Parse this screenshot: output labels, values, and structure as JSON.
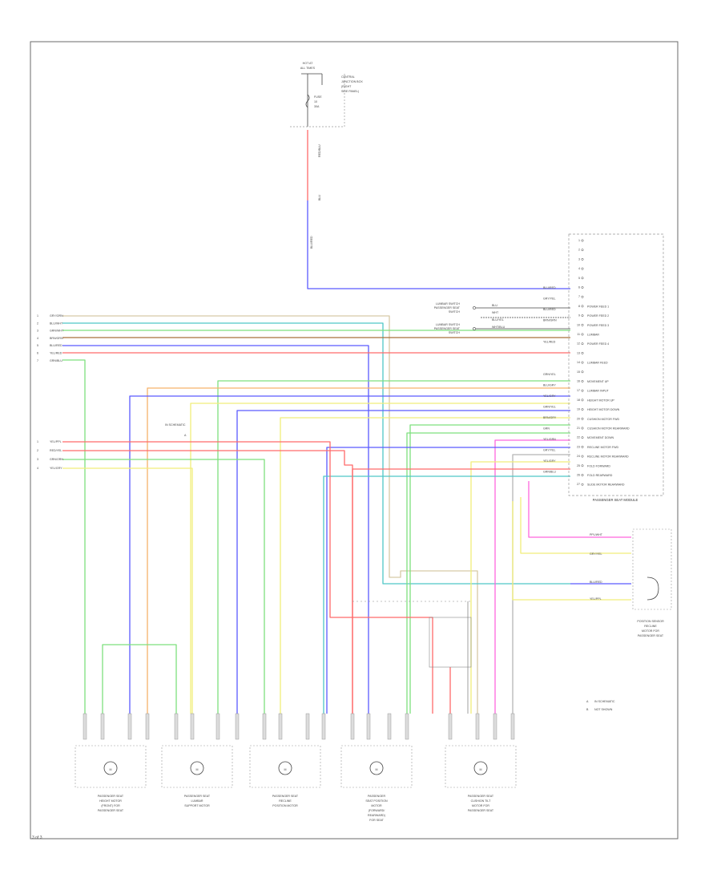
{
  "fuse_block": {
    "lines": [
      "HOT AT",
      "ALL TIMES"
    ],
    "fuse_label": [
      "FUSE",
      "10",
      "30A"
    ],
    "note": [
      "CENTRAL",
      "JUNCTION BOX",
      "(RIGHT",
      "SIDE PANEL)"
    ]
  },
  "relay": {
    "name": "PASSENGER SEAT MODULE",
    "pins": [
      {
        "num": "1",
        "name": ""
      },
      {
        "num": "2",
        "name": ""
      },
      {
        "num": "3",
        "name": ""
      },
      {
        "num": "4",
        "name": ""
      },
      {
        "num": "5",
        "name": ""
      },
      {
        "num": "6",
        "name": ""
      },
      {
        "num": "7",
        "name": ""
      },
      {
        "num": "8",
        "name": "POWER FEED 1"
      },
      {
        "num": "9",
        "name": "POWER FEED 2"
      },
      {
        "num": "10",
        "name": "POWER FEED 3"
      },
      {
        "num": "11",
        "name": "LUMBAR"
      },
      {
        "num": "12",
        "name": "POWER FEED 4"
      },
      {
        "num": "13",
        "name": ""
      },
      {
        "num": "14",
        "name": "LUMBAR FEED"
      },
      {
        "num": "15",
        "name": ""
      },
      {
        "num": "16",
        "name": "MOVEMENT UP"
      },
      {
        "num": "17",
        "name": "LUMBAR INPUT"
      },
      {
        "num": "18",
        "name": "HEIGHT MOTOR UP"
      },
      {
        "num": "19",
        "name": "HEIGHT MOTOR DOWN"
      },
      {
        "num": "20",
        "name": "CUSHION MOTOR FWD"
      },
      {
        "num": "21",
        "name": "CUSHION MOTOR REARWARD"
      },
      {
        "num": "22",
        "name": "MOVEMENT DOWN"
      },
      {
        "num": "23",
        "name": "RECLINE MOTOR FWD"
      },
      {
        "num": "24",
        "name": "RECLINE MOTOR REARWARD"
      },
      {
        "num": "25",
        "name": "FOLD FORWARD"
      },
      {
        "num": "26",
        "name": "FOLD REARWARD"
      },
      {
        "num": "27",
        "name": "SLIDE MOTOR REARWARD"
      }
    ]
  },
  "left_connector_a": [
    "GRY/ORN",
    "BLU/WHT",
    "GRN/WHT",
    "BRN/GRN",
    "BLU/RED",
    "YEL/RED",
    "GRN/BLU"
  ],
  "left_connector_b": [
    "YEL/PPL",
    "RED/YEL",
    "GRN/ORN",
    "YEL/GRY"
  ],
  "wire_labels_right": [
    "BLU/RED",
    "GRY/YEL",
    "BLU/RED",
    "BRN/GRN",
    "",
    "YEL/RED",
    "",
    "",
    "GRN/YEL",
    "BLU/GRY",
    "YEL/GRY",
    "GRN/YEL",
    "BRN/GRY",
    "GRN",
    "YEL/GRN",
    "GRY/YEL",
    "YEL/GRY",
    "GRN/BLU"
  ],
  "lumbar_switch": {
    "lines": [
      "LUMBAR SWITCH",
      "PASSENGER SEAT",
      "SWITCH"
    ],
    "lines2": [
      "LUMBAR SWITCH",
      "PASSENGER SEAT",
      "SWITCH"
    ],
    "wires": [
      "BLU",
      "WHT",
      "BLU/YEL",
      "WHT/BLU"
    ]
  },
  "sensor_right": {
    "wires": [
      "PPL/WHT",
      "GRY/YEL",
      "BLU/RED",
      "YEL/PPL"
    ],
    "name": [
      "POSITION SENSOR",
      "RECLINE",
      "MOTOR FOR",
      "PASSENGER SEAT"
    ]
  },
  "connector_label": "IN SCHEMATIC",
  "legend": [
    "IN SCHEMATIC",
    "NOT SHOWN"
  ],
  "motors": [
    {
      "name": [
        "PASSENGER SEAT",
        "HEIGHT MOTOR",
        "(FRONT) FOR",
        "PASSENGER SEAT"
      ]
    },
    {
      "name": [
        "PASSENGER SEAT",
        "LUMBAR",
        "SUPPORT MOTOR"
      ]
    },
    {
      "name": [
        "PASSENGER SEAT",
        "RECLINE",
        "POSITION MOTOR"
      ]
    },
    {
      "name": [
        "PASSENGER",
        "SEAT POSITION",
        "MOTOR",
        "(FORWARD/",
        "REARWARD)",
        "FOR SEAT"
      ]
    },
    {
      "name": [
        "PASSENGER SEAT",
        "CUSHION TILT",
        "MOTOR FOR",
        "PASSENGER SEAT"
      ]
    }
  ],
  "footer": "3 of 3",
  "colors": {
    "red": "#ff6a6a",
    "blue": "#5b5bff",
    "green": "#7ee07e",
    "yellow": "#f1ee7a",
    "orange": "#f6b26b",
    "brown": "#a8703a",
    "pink": "#ff66dd",
    "gray": "#b5b5b5",
    "cyan": "#4fc7c7",
    "tan": "#d7c9a6",
    "line": "#444444"
  }
}
